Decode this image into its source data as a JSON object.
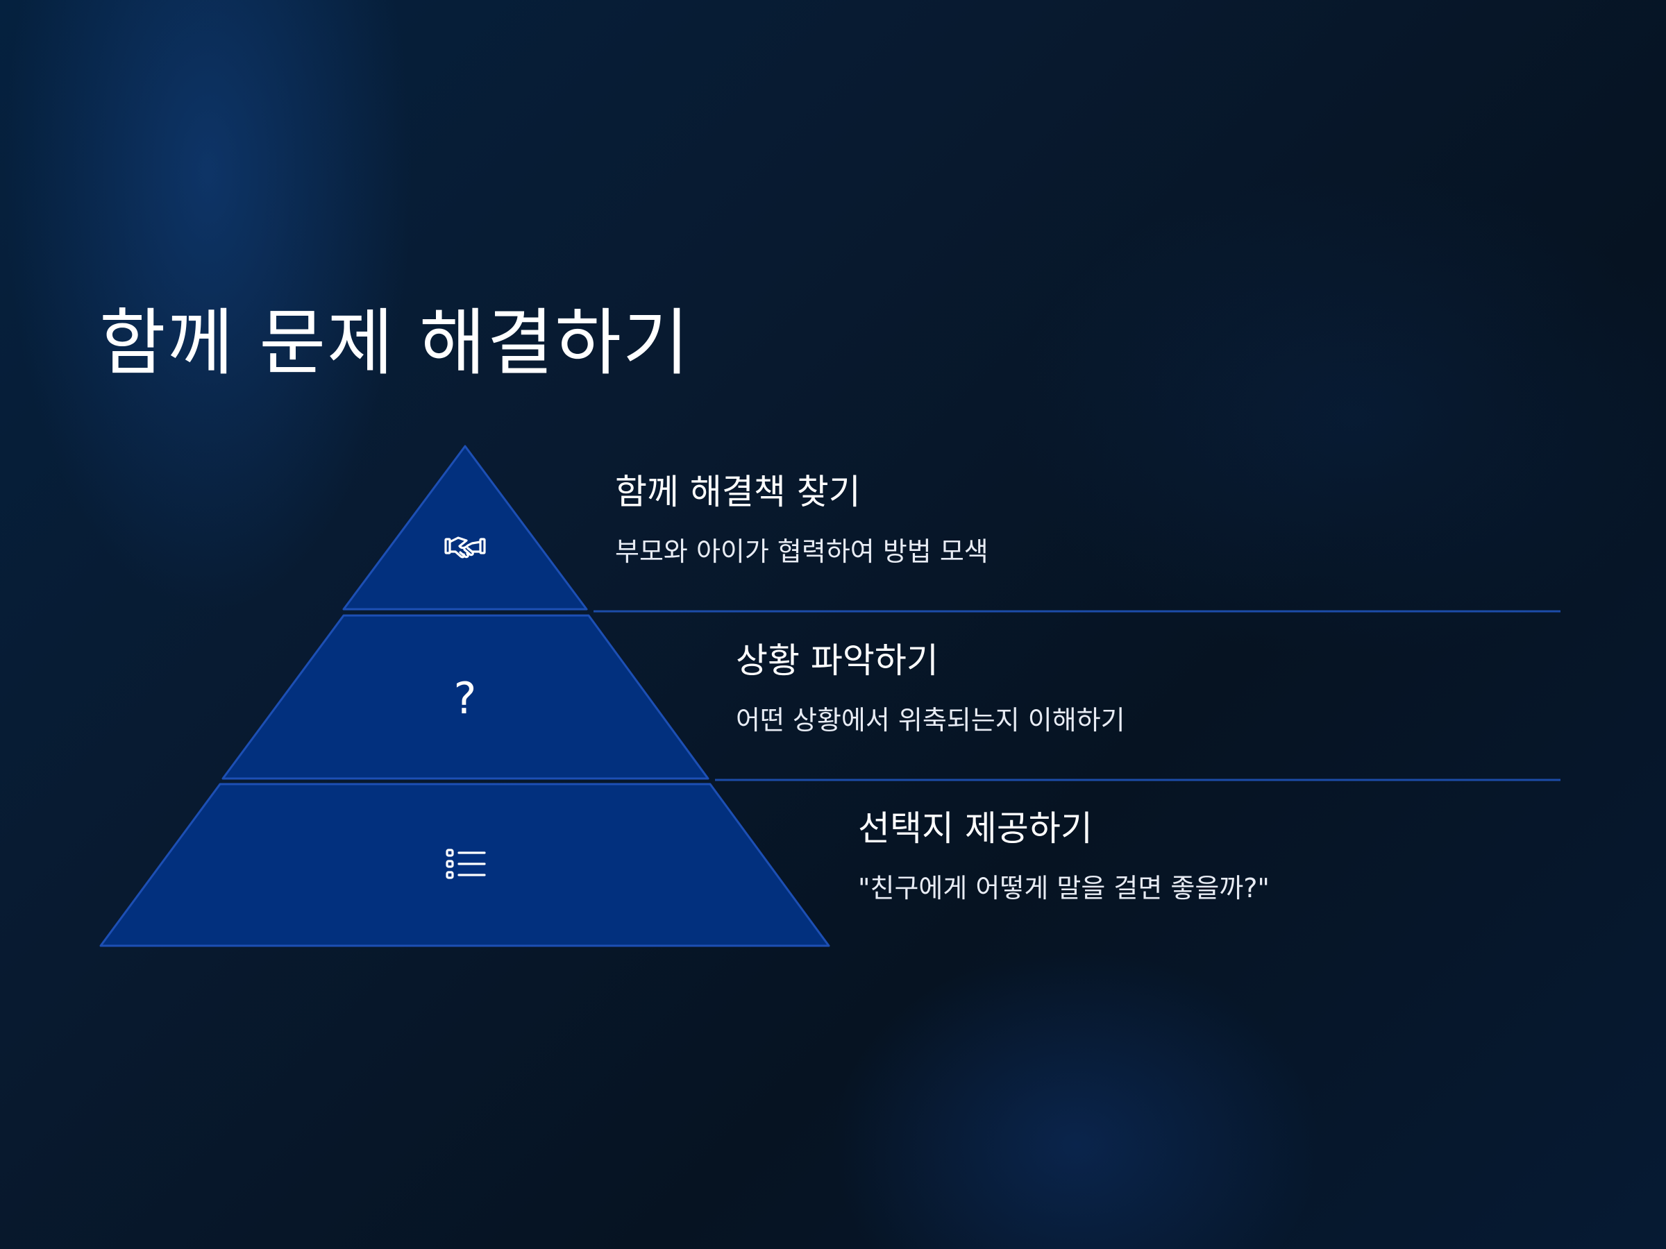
{
  "title": "함께 문제 해결하기",
  "colors": {
    "tier_fill": "#02307e",
    "tier_edge": "#1d4fb4",
    "divider": "#1c4ca8",
    "icon": "#ffffff"
  },
  "tiers": [
    {
      "icon": "handshake-icon",
      "title": "함께 해결책 찾기",
      "description": "부모와 아이가 협력하여 방법 모색"
    },
    {
      "icon": "question-icon",
      "icon_glyph": "?",
      "title": "상황 파악하기",
      "description": "어떤 상황에서 위축되는지 이해하기"
    },
    {
      "icon": "list-icon",
      "title": "선택지 제공하기",
      "description": "\"친구에게 어떻게 말을 걸면 좋을까?\""
    }
  ]
}
